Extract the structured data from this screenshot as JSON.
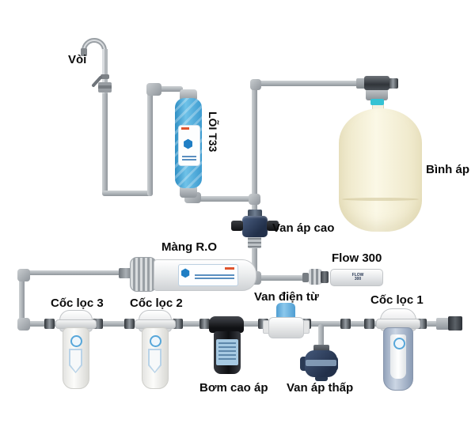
{
  "diagram": {
    "type": "schematic",
    "subject": "RO water purifier plumbing diagram",
    "labels": {
      "faucet": "Vòi",
      "t33_cartridge": "LÕI T33",
      "pressure_tank": "Bình áp",
      "high_pressure_valve": "Van áp cao",
      "ro_membrane": "Màng R.O",
      "flow_restrictor": "Flow 300",
      "flow_restrictor_body_text": "FLOW 300",
      "filter_cup_3": "Cốc lọc 3",
      "filter_cup_2": "Cốc lọc 2",
      "filter_cup_1": "Cốc lọc 1",
      "solenoid_valve": "Van điện từ",
      "high_pressure_pump": "Bơm cao áp",
      "low_pressure_valve": "Van áp thấp"
    },
    "colors": {
      "pipe_gray": "#a9aeb3",
      "connector_dark": "#3a3f45",
      "t33_blue": "#3d9fd6",
      "tank_cream": "#f7f3da",
      "valve_navy": "#31435f",
      "solenoid_cap_blue": "#5aa5d8",
      "pump_black": "#17181c",
      "pump_label_blue": "#a6c9e2",
      "filter1_body_blue": "#aebfd4",
      "logo_ring_blue": "#57a7da",
      "label_text": "#0b0b0b"
    }
  }
}
